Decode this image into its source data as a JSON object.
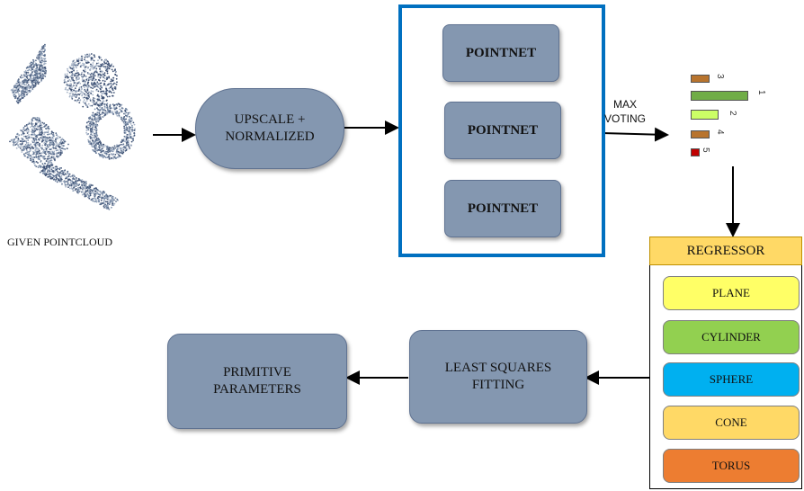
{
  "input": {
    "label": "GIVEN POINTCLOUD"
  },
  "preprocess": {
    "label": "UPSCALE +\nNORMALIZED"
  },
  "pointnets": [
    {
      "label": "POINTNET"
    },
    {
      "label": "POINTNET"
    },
    {
      "label": "POINTNET"
    }
  ],
  "voting": {
    "label": "MAX\nVOTING",
    "bars": [
      {
        "rank": "3",
        "color": "#b8742e"
      },
      {
        "rank": "1",
        "color": "#70ad47"
      },
      {
        "rank": "2",
        "color": "#ccff66"
      },
      {
        "rank": "4",
        "color": "#b8742e"
      },
      {
        "rank": "5",
        "color": "#c00000"
      }
    ]
  },
  "regressor": {
    "title": "REGRESSOR",
    "title_color": "#ffd966",
    "items": [
      {
        "label": "PLANE",
        "color": "#ffff66"
      },
      {
        "label": "CYLINDER",
        "color": "#92d050"
      },
      {
        "label": "SPHERE",
        "color": "#00b0f0"
      },
      {
        "label": "CONE",
        "color": "#ffd966"
      },
      {
        "label": "TORUS",
        "color": "#ed7d31"
      }
    ]
  },
  "fitting": {
    "label": "LEAST SQUARES\nFITTING"
  },
  "output": {
    "label": "PRIMITIVE\nPARAMETERS"
  },
  "colors": {
    "node_fill": "#8497b0",
    "highlight_border": "#0070c0"
  }
}
